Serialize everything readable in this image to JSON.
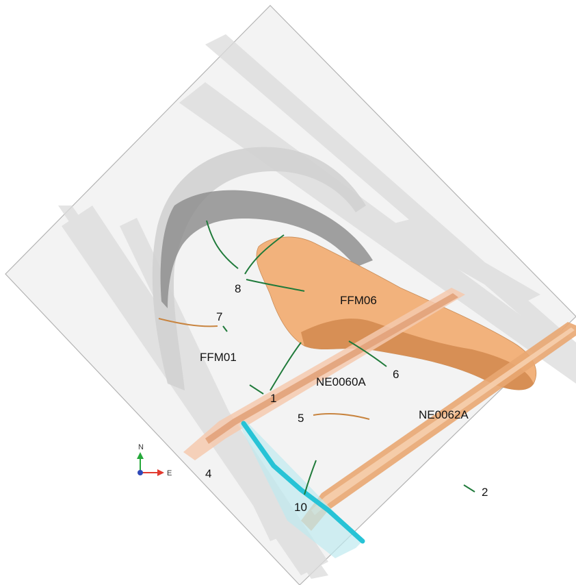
{
  "diagram": {
    "zones": [
      {
        "id": "FFM06",
        "label": "FFM06"
      },
      {
        "id": "FFM01",
        "label": "FFM01"
      }
    ],
    "deformation_zones": [
      {
        "id": "NE0060A",
        "label": "NE0060A"
      },
      {
        "id": "NE0062A",
        "label": "NE0062A"
      }
    ],
    "boreholes": [
      {
        "id": "bh-1",
        "label": "1"
      },
      {
        "id": "bh-2",
        "label": "2"
      },
      {
        "id": "bh-4",
        "label": "4"
      },
      {
        "id": "bh-5",
        "label": "5"
      },
      {
        "id": "bh-6",
        "label": "6"
      },
      {
        "id": "bh-7",
        "label": "7"
      },
      {
        "id": "bh-8",
        "label": "8"
      },
      {
        "id": "bh-10",
        "label": "10"
      }
    ],
    "axes": {
      "north_label": "N",
      "east_label": "E"
    },
    "colors": {
      "background_block": "#f3f3f3",
      "block_edge": "#b8b8b8",
      "ffm06_fill": "#f2b27c",
      "ffm06_shadow": "#d78f55",
      "zone_grey": "#a9a9a9",
      "borehole_green": "#1f7a3a",
      "borehole_orange": "#c8843f",
      "cyan_zone": "#27c3d6",
      "north_axis": "#25a83a",
      "east_axis": "#e23a2f",
      "up_axis": "#2f49b8"
    }
  }
}
